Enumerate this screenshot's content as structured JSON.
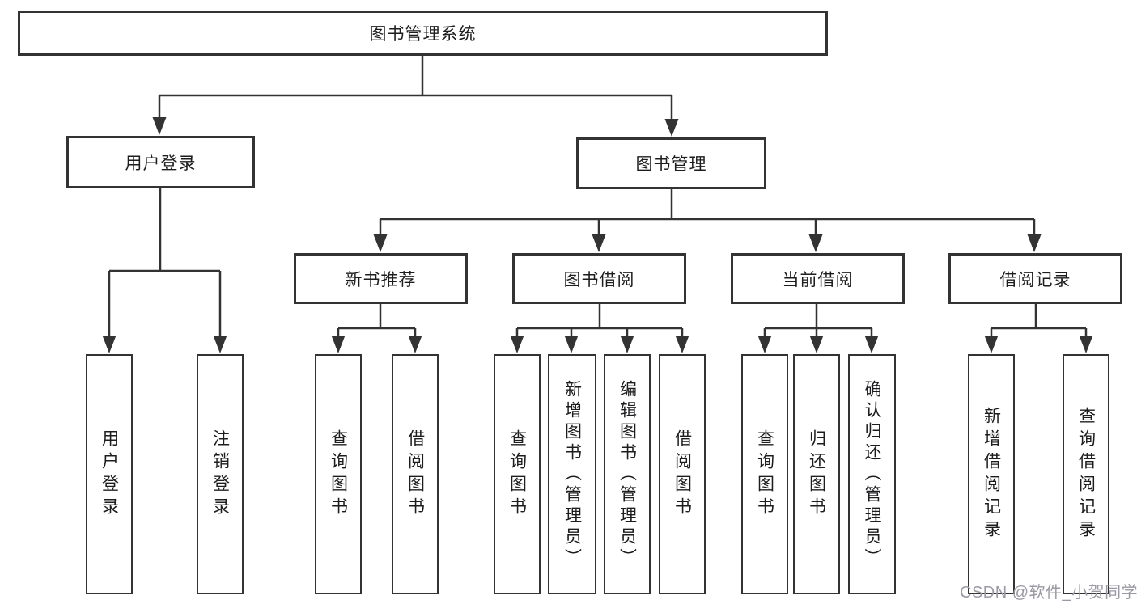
{
  "diagram": {
    "root": {
      "label": "图书管理系统"
    },
    "branches": [
      {
        "label": "用户登录",
        "children": [
          {
            "label": "用户登录"
          },
          {
            "label": "注销登录"
          }
        ]
      },
      {
        "label": "图书管理",
        "children": [
          {
            "label": "新书推荐",
            "children": [
              {
                "label": "查询图书"
              },
              {
                "label": "借阅图书"
              }
            ]
          },
          {
            "label": "图书借阅",
            "children": [
              {
                "label": "查询图书"
              },
              {
                "label": "新增图书（管理员）"
              },
              {
                "label": "编辑图书（管理员）"
              },
              {
                "label": "借阅图书"
              }
            ]
          },
          {
            "label": "当前借阅",
            "children": [
              {
                "label": "查询图书"
              },
              {
                "label": "归还图书"
              },
              {
                "label": "确认归还（管理员）"
              }
            ]
          },
          {
            "label": "借阅记录",
            "children": [
              {
                "label": "新增借阅记录"
              },
              {
                "label": "查询借阅记录"
              }
            ]
          }
        ]
      }
    ]
  },
  "watermark": {
    "text": "CSDN @软件_小贺同学"
  },
  "colors": {
    "line": "#333333",
    "box_border": "#333333",
    "text": "#1d1d1f",
    "watermark": "#9b9aa4",
    "background": "#ffffff"
  }
}
